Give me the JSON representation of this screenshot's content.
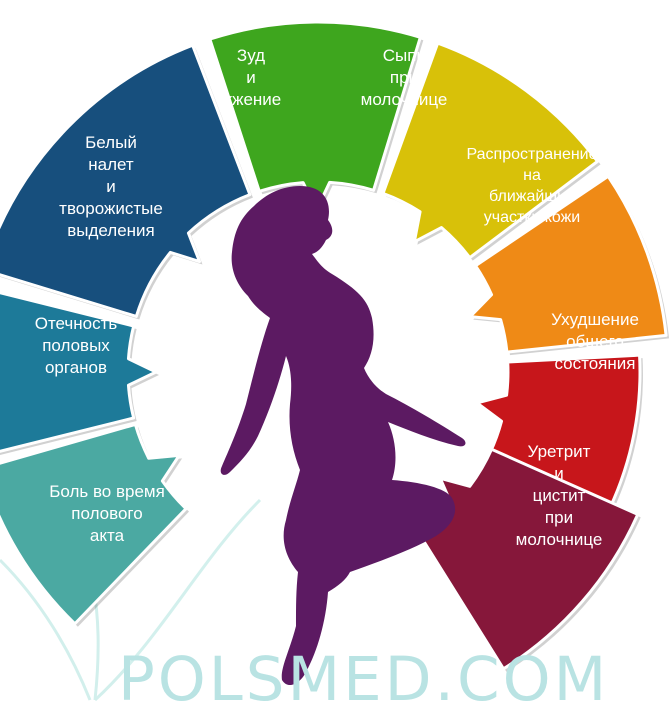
{
  "segments": [
    {
      "id": "itch",
      "text": "Зуд\nи\nжжение",
      "color": "#3ea61e"
    },
    {
      "id": "rash",
      "text": "Сыпь\nпри\nмолочнице",
      "color": "#d8c109"
    },
    {
      "id": "spread",
      "text": "Распространение\nна\nближайшие\nучастки кожи",
      "color": "#ef8a16"
    },
    {
      "id": "worse",
      "text": "Ухудшение\nобщего\nсостояния",
      "color": "#c7161b"
    },
    {
      "id": "urethritis",
      "text": "Уретрит\nи\nцистит\nпри\nмолочнице",
      "color": "#86173a"
    },
    {
      "id": "pain",
      "text": "Боль во время\nполового\nакта",
      "color": "#4ba9a2"
    },
    {
      "id": "swelling",
      "text": "Отечность\nполовых\nорганов",
      "color": "#1d7a99"
    },
    {
      "id": "discharge",
      "text": "Белый\nналет\nи\nтворожистые\nвыделения",
      "color": "#174f7d"
    }
  ],
  "silhouette_color": "#5c1a62",
  "watermark": {
    "brand": "POLSMED.COM",
    "color": "#b9e3e3"
  }
}
